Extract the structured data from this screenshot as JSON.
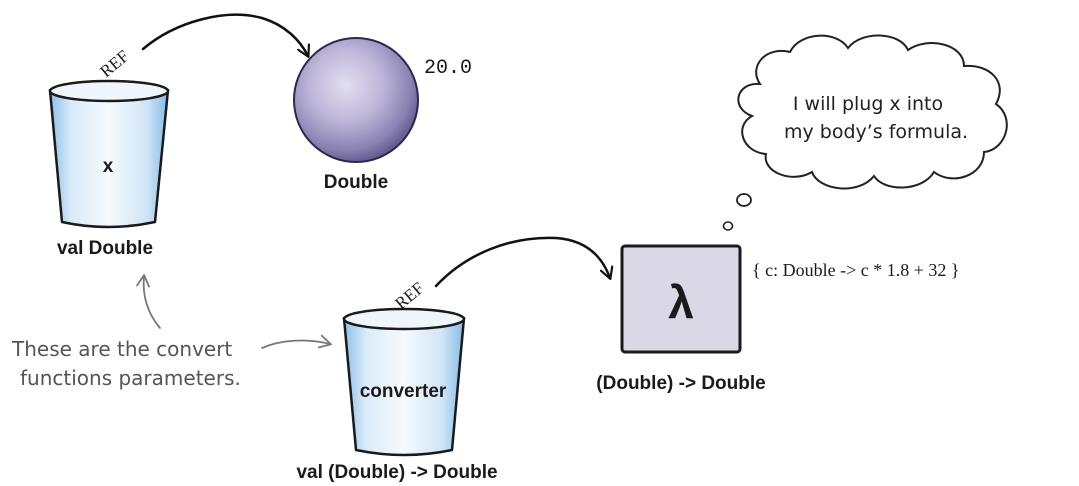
{
  "colors": {
    "cup_light": "#f4f9fd",
    "cup_dark": "#7fb7e4",
    "sphere_light": "#d6d0ea",
    "sphere_dark": "#5d578a",
    "box_fill": "#d9d8e6",
    "ink": "#111111",
    "annotation_ink": "#666666"
  },
  "variables": {
    "x": {
      "cup_label": "x",
      "type_label": "val Double",
      "ref_tag": "REF"
    },
    "converter": {
      "cup_label": "converter",
      "type_label": "val (Double) -> Double",
      "ref_tag": "REF"
    }
  },
  "objects": {
    "double": {
      "value": "20.0",
      "type_label": "Double"
    },
    "lambda": {
      "symbol": "λ",
      "type_label": "(Double) -> Double",
      "body": "{ c: Double -> c * 1.8 + 32 }"
    }
  },
  "thought_bubble": {
    "line1": "I will plug x into",
    "line2": "my body’s formula."
  },
  "annotation": {
    "line1": "These are the convert",
    "line2": "functions parameters."
  }
}
